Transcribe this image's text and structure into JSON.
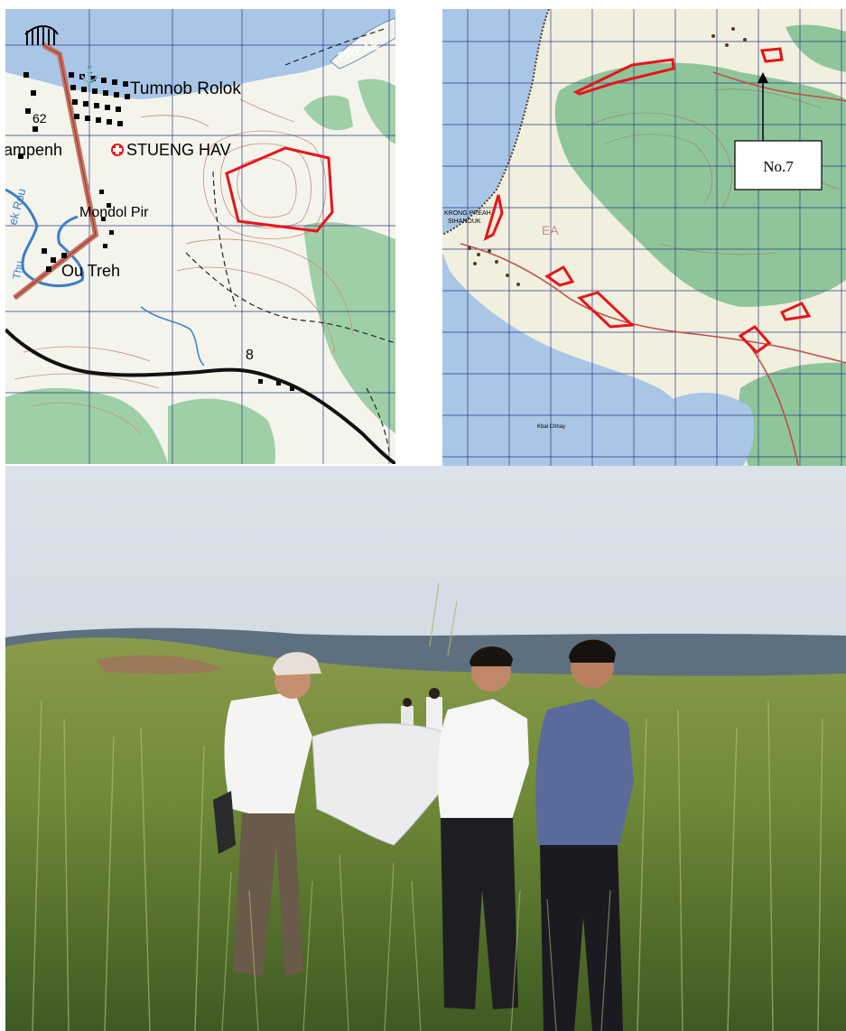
{
  "left_map": {
    "labels": {
      "tumnob_rolok": "Tumnob Rolok",
      "stueng_hav": "STUENG HAV",
      "ampenh": "ampenh",
      "mondol_pir": "Mondol Pir",
      "ou_treh": "Ou Treh",
      "preaek": "PREAE",
      "spot_62": "62",
      "route_8": "8",
      "river_rou": "ek Rou",
      "river_thu": "Thu"
    }
  },
  "right_map": {
    "labels": {
      "krong_preah": "KRONG PREAH",
      "sihanouk": "SIHANOUK",
      "ea": "EA",
      "cape": "Kbal Chhay"
    },
    "callout": "No.7"
  },
  "colors": {
    "sea": "#a8c5e4",
    "land": "#f3f3ea",
    "forest": "#8fc59a",
    "site_outline": "#e8141b",
    "road": "#c87060",
    "grid": "#2a3a8a"
  }
}
